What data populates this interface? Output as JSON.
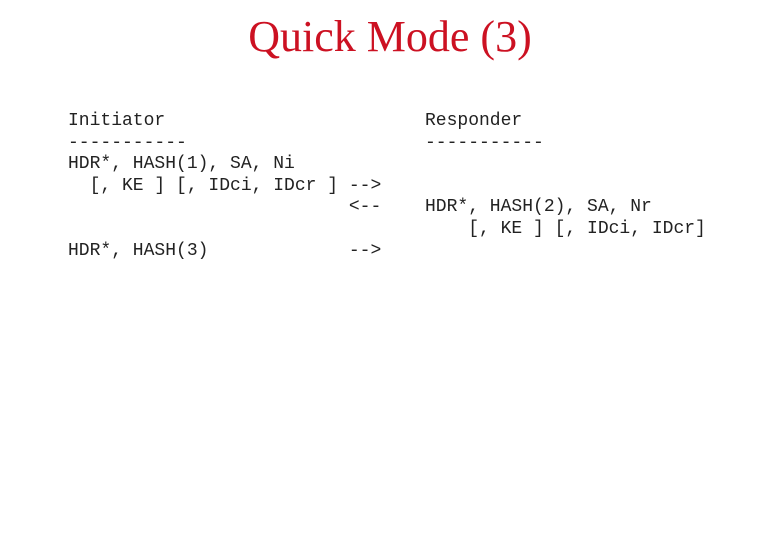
{
  "slide": {
    "title": "Quick Mode (3)"
  },
  "colors": {
    "title_red": "#cc1122",
    "body_text": "#222222",
    "background": "#ffffff"
  },
  "diagram": {
    "initiator": {
      "heading": "Initiator",
      "lines": [
        "Initiator",
        "-----------",
        "HDR*, HASH(1), SA, Ni",
        "  [, KE ] [, IDci, IDcr ] -->",
        "                          <--",
        "",
        "HDR*, HASH(3)             -->"
      ]
    },
    "responder": {
      "heading": "Responder",
      "lines": [
        "Responder",
        "-----------",
        "",
        "",
        "HDR*, HASH(2), SA, Nr",
        "    [, KE ] [, IDci, IDcr]"
      ]
    }
  }
}
